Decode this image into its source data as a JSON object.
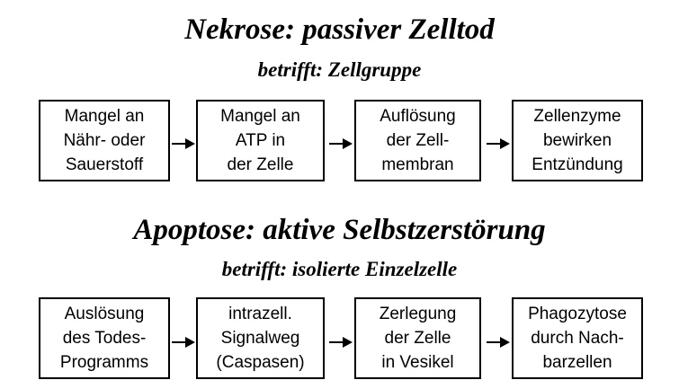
{
  "necrosis": {
    "title": "Nekrose: passiver Zelltod",
    "subtitle": "betrifft: Zellgruppe",
    "steps": [
      "Mangel an\nNähr- oder\nSauerstoff",
      "Mangel an\nATP in\nder Zelle",
      "Auflösung\nder Zell-\nmembran",
      "Zellenzyme\nbewirken\nEntzündung"
    ]
  },
  "apoptosis": {
    "title": "Apoptose: aktive Selbstzerstörung",
    "subtitle": "betrifft: isolierte Einzelzelle",
    "steps": [
      "Auslösung\ndes Todes-\nProgramms",
      "intrazell.\nSignalweg\n(Caspasen)",
      "Zerlegung\nder Zelle\nin Vesikel",
      "Phagozytose\ndurch Nach-\nbarzellen"
    ]
  },
  "colors": {
    "ink": "#000000",
    "background": "#ffffff"
  },
  "icons": {
    "connector": "arrow-right-icon"
  }
}
